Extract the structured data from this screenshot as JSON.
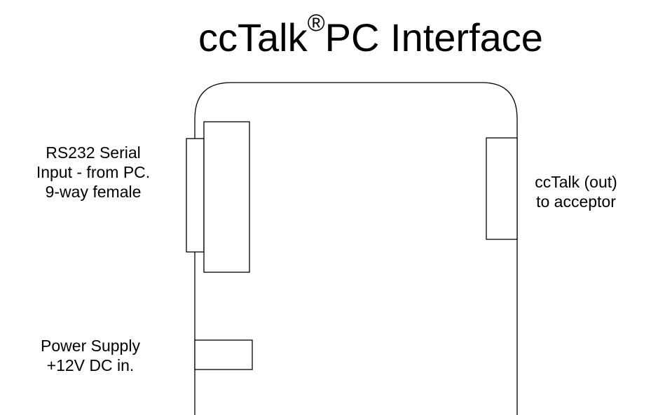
{
  "title": {
    "main": "ccTalk",
    "registered_mark": "®",
    "suffix": "PC Interface"
  },
  "labels": {
    "rs232": [
      "RS232 Serial",
      "Input - from PC.",
      "9-way female"
    ],
    "cctalk_out": [
      "ccTalk (out)",
      "to acceptor"
    ],
    "power": [
      "Power Supply",
      "+12V DC in."
    ]
  },
  "colors": {
    "stroke": "#000000",
    "background": "#ffffff"
  }
}
